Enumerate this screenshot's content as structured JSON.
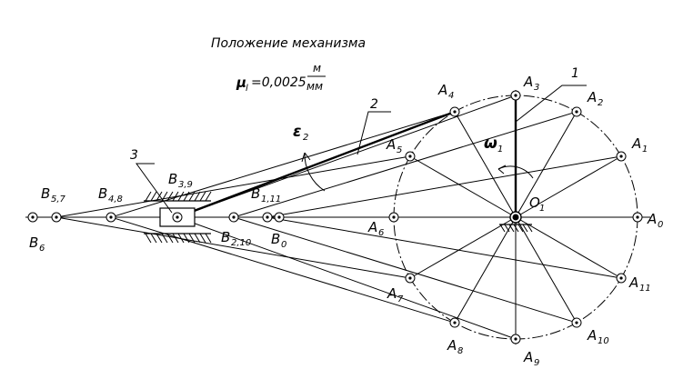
{
  "title": "Положение механизма",
  "scale": {
    "symbol": "μ",
    "subscript": "l",
    "value": "=0,0025",
    "unit_num": "м",
    "unit_den": "мм"
  },
  "callouts": [
    "1",
    "2",
    "3"
  ],
  "epsilon": {
    "main": "ε",
    "sub": "2"
  },
  "omega": {
    "main": "ω",
    "sub": "1"
  },
  "pivot_label": {
    "main": "O",
    "sub": "1"
  },
  "a_labels": [
    {
      "main": "A",
      "sub": "0"
    },
    {
      "main": "A",
      "sub": "1"
    },
    {
      "main": "A",
      "sub": "2"
    },
    {
      "main": "A",
      "sub": "3"
    },
    {
      "main": "A",
      "sub": "4"
    },
    {
      "main": "A",
      "sub": "5"
    },
    {
      "main": "A",
      "sub": "6"
    },
    {
      "main": "A",
      "sub": "7"
    },
    {
      "main": "A",
      "sub": "8"
    },
    {
      "main": "A",
      "sub": "9"
    },
    {
      "main": "A",
      "sub": "10"
    },
    {
      "main": "A",
      "sub": "11"
    }
  ],
  "b_labels": [
    {
      "main": "B",
      "sub": "0"
    },
    {
      "main": "B",
      "sub": "1,11"
    },
    {
      "main": "B",
      "sub": "2,10"
    },
    {
      "main": "B",
      "sub": "3,9"
    },
    {
      "main": "B",
      "sub": "4,8"
    },
    {
      "main": "B",
      "sub": "5,7"
    },
    {
      "main": "B",
      "sub": "6"
    }
  ]
}
